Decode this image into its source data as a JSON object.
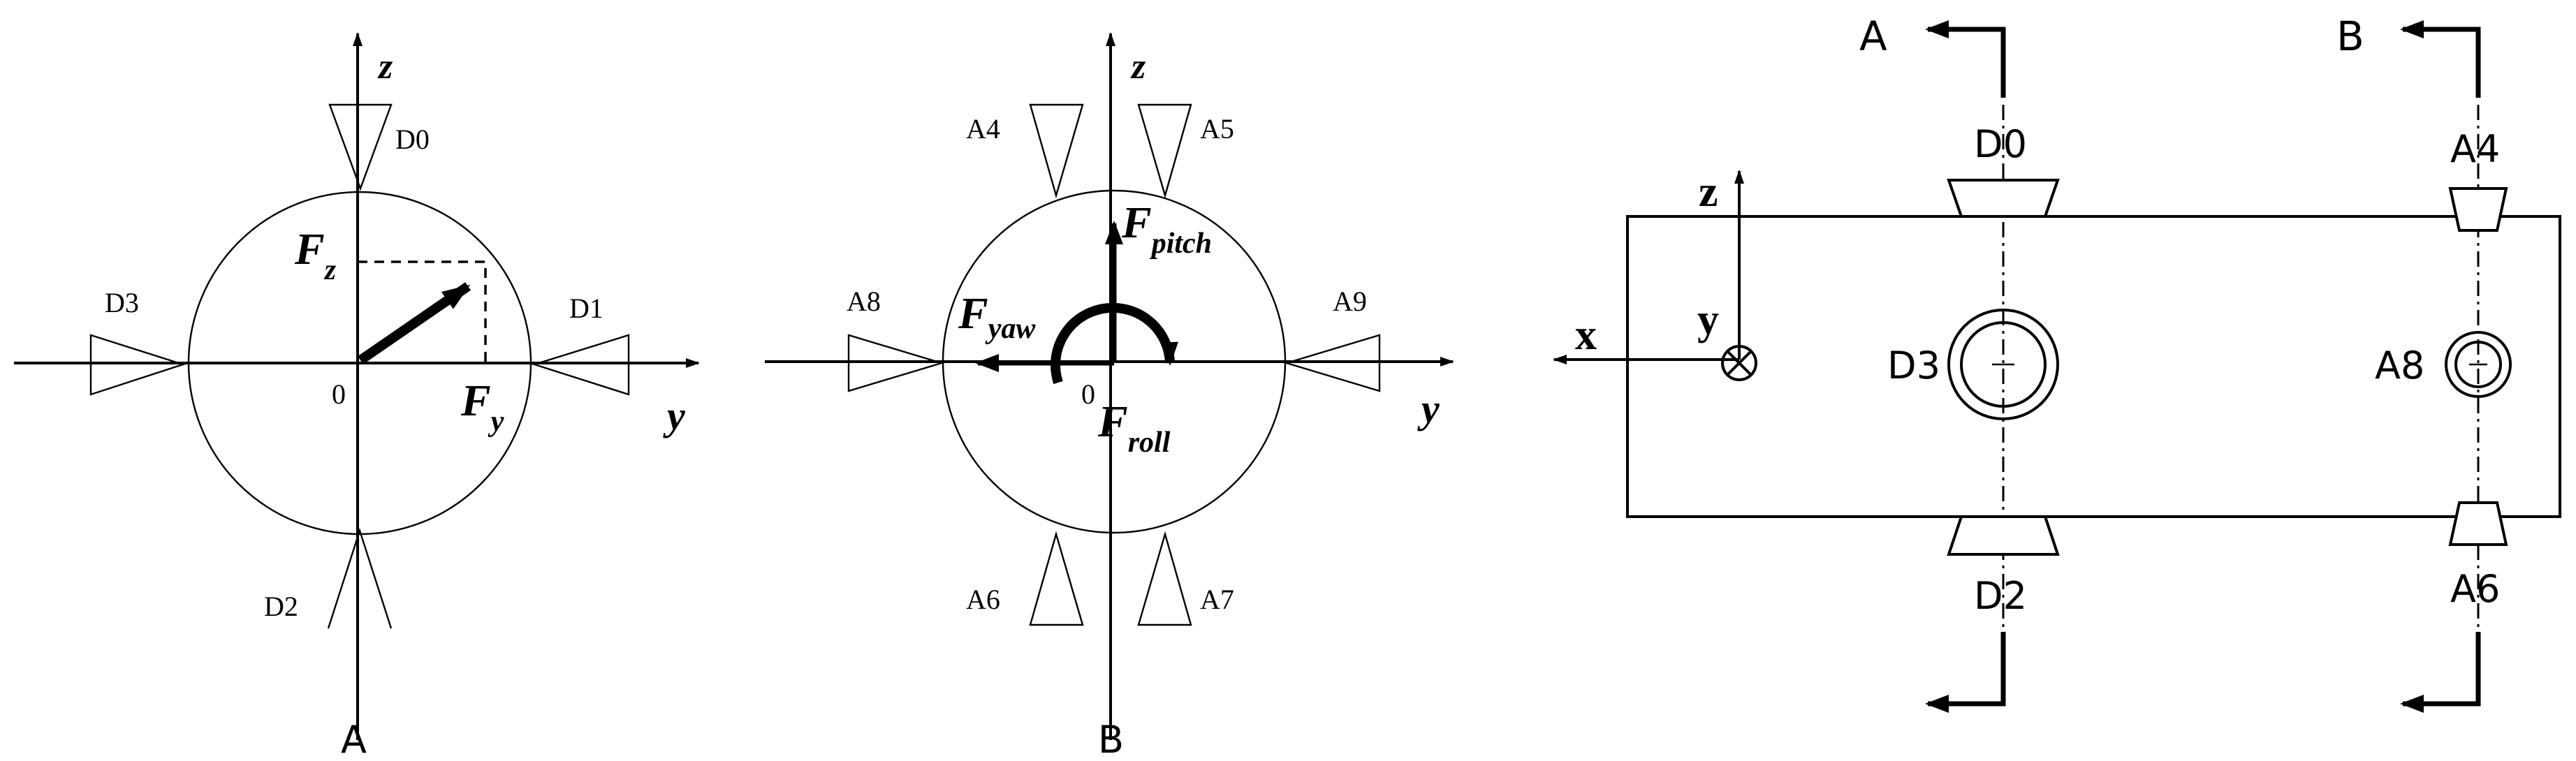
{
  "panel1": {
    "axis_z": "z",
    "axis_y": "y",
    "origin": "0",
    "section": "A",
    "force_z": "F",
    "force_z_sub": "z",
    "force_y": "F",
    "force_y_sub": "y",
    "sensors": [
      "D0",
      "D1",
      "D2",
      "D3"
    ]
  },
  "panel2": {
    "axis_z": "z",
    "axis_y": "y",
    "origin": "0",
    "section": "B",
    "force_pitch": "F",
    "force_pitch_sub": "pitch",
    "force_yaw": "F",
    "force_yaw_sub": "yaw",
    "force_roll": "F",
    "force_roll_sub": "roll",
    "sensors": [
      "A4",
      "A5",
      "A6",
      "A7",
      "A8",
      "A9"
    ]
  },
  "panel3": {
    "axis_x": "x",
    "axis_y": "y",
    "axis_z": "z",
    "section_left": "A",
    "section_right": "B",
    "sensors_left": {
      "top": "D0",
      "middle": "D3",
      "bottom": "D2"
    },
    "sensors_right": {
      "top": "A4",
      "middle": "A8",
      "bottom": "A6"
    }
  }
}
